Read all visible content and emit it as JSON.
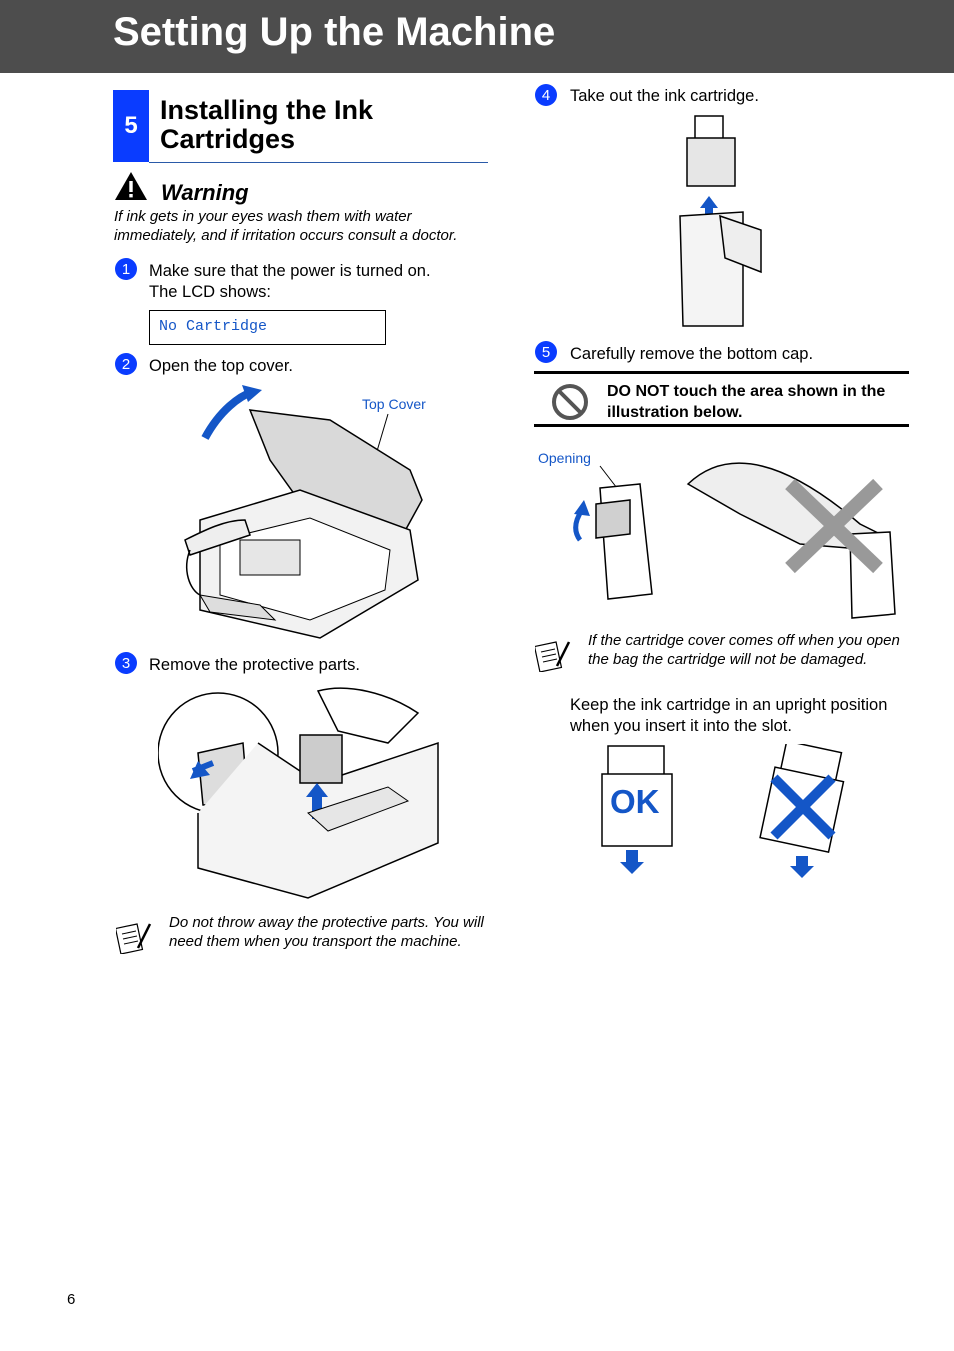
{
  "header": {
    "title": "Setting Up the Machine"
  },
  "section": {
    "number": "5",
    "title": "Installing the Ink Cartridges"
  },
  "warning": {
    "label": "Warning",
    "text": "If ink gets in your eyes wash them with water immediately, and if irritation occurs consult a doctor."
  },
  "steps": [
    {
      "num": "1",
      "line1": "Make sure that the power is turned on.",
      "line2": "The LCD shows:",
      "lcd": "No Cartridge"
    },
    {
      "num": "2",
      "text": "Open the top cover.",
      "callout": "Top Cover"
    },
    {
      "num": "3",
      "text": "Remove the protective parts.",
      "note": "Do not throw away the protective parts. You will need them when you transport the machine."
    },
    {
      "num": "4",
      "text": "Take out the ink cartridge."
    },
    {
      "num": "5",
      "text": "Carefully remove the bottom cap.",
      "caution": "DO NOT touch the area shown in the illustration below.",
      "callout": "Opening",
      "note": "If the cartridge cover comes off when you open the bag the cartridge will not be damaged.",
      "para_line1": "Keep the ink cartridge in an upright position",
      "para_line2": "when you insert it into the slot.",
      "ok_label": "OK"
    }
  ],
  "page_number": "6",
  "colors": {
    "header_bg": "#4d4d4d",
    "accent_blue": "#0a3cff",
    "illustration_blue": "#1456c7"
  },
  "icons": [
    "warning-triangle-icon",
    "note-pencil-icon",
    "prohibited-icon",
    "cross-mark-icon",
    "arrow-up-icon",
    "arrow-down-icon"
  ]
}
